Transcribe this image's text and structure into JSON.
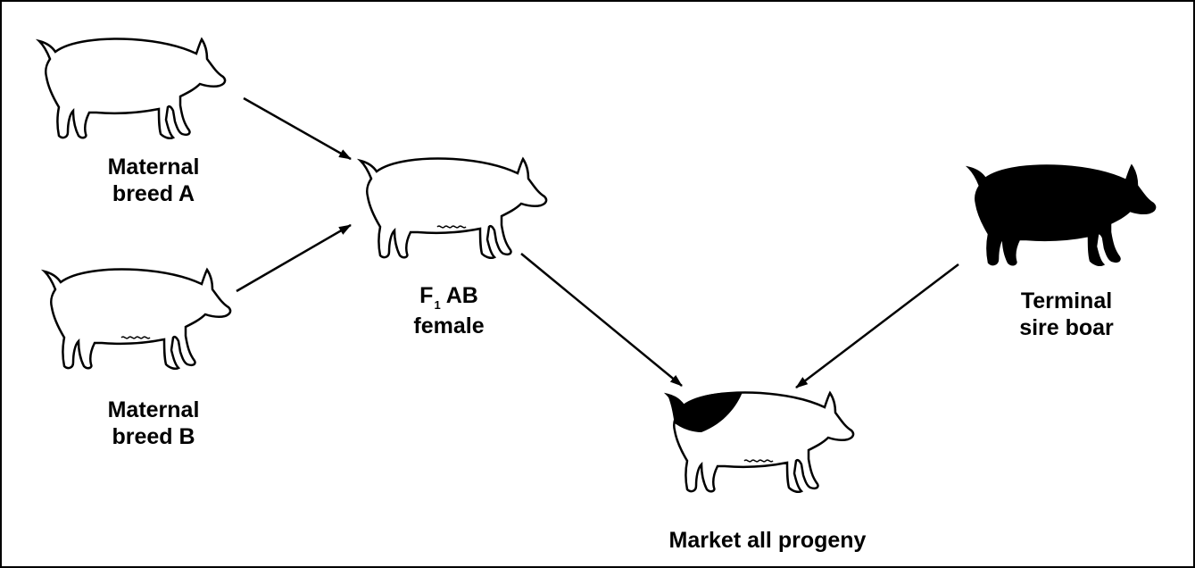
{
  "labels": {
    "maternal_a": [
      "Maternal",
      "breed A"
    ],
    "maternal_b": [
      "Maternal",
      "breed B"
    ],
    "f1_female": {
      "f": "F",
      "subscript": "1",
      "line1_rest": " AB",
      "line2": "female"
    },
    "terminal_sire": [
      "Terminal",
      "sire boar"
    ],
    "market": "Market all progeny"
  },
  "colors": {
    "outline": "#000000",
    "fill_white": "#ffffff",
    "fill_black": "#000000"
  },
  "icons": [
    "pig-maternal-a-icon",
    "pig-maternal-b-icon",
    "pig-f1-female-icon",
    "pig-terminal-sire-icon",
    "pig-market-progeny-icon"
  ]
}
